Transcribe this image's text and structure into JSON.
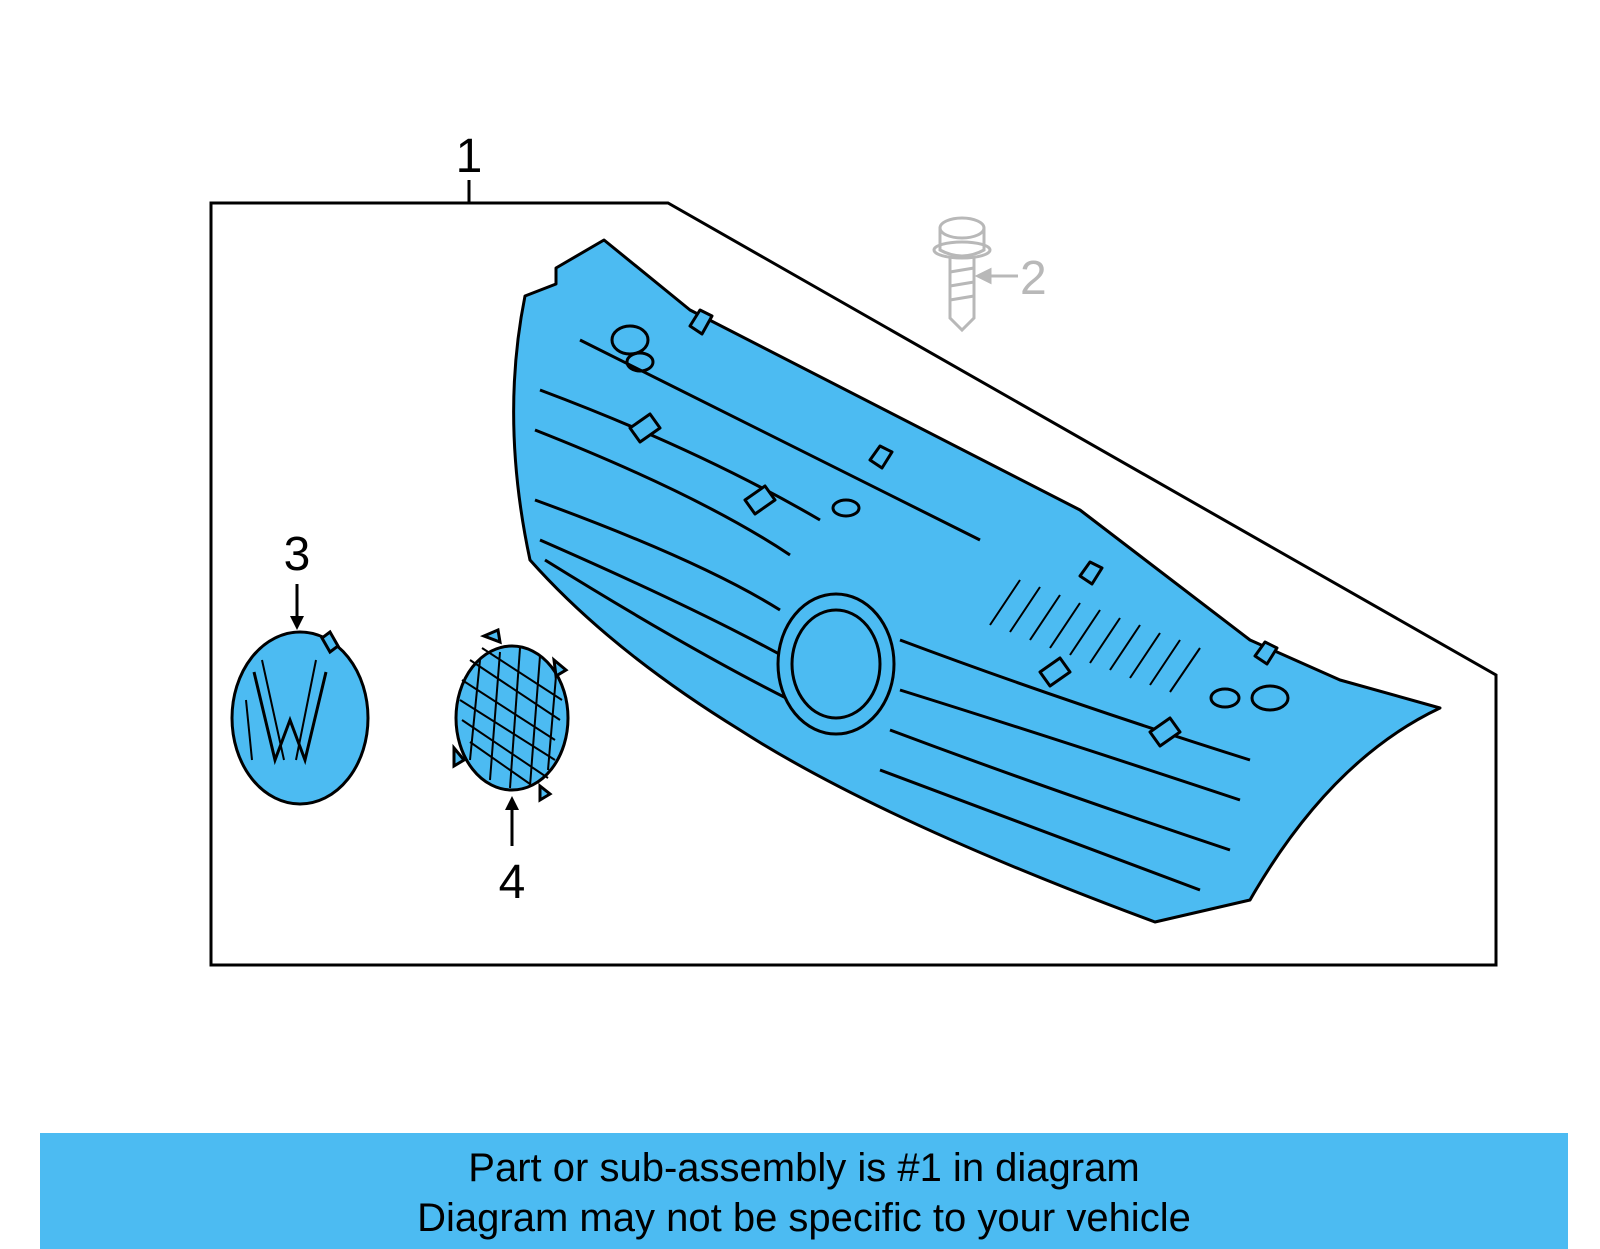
{
  "callouts": {
    "part1": "1",
    "part2": "2",
    "part3": "3",
    "part4": "4"
  },
  "banner": {
    "line1": "Part or sub-assembly is #1 in diagram",
    "line2": "Diagram may not be specific to your vehicle"
  },
  "colors": {
    "highlight_fill": "#4cbbf2",
    "outline": "#000000",
    "faded_part": "#b8b8b8",
    "background": "#ffffff"
  },
  "icons": [
    "vw-emblem-icon",
    "grille-insert-icon",
    "screw-icon"
  ]
}
